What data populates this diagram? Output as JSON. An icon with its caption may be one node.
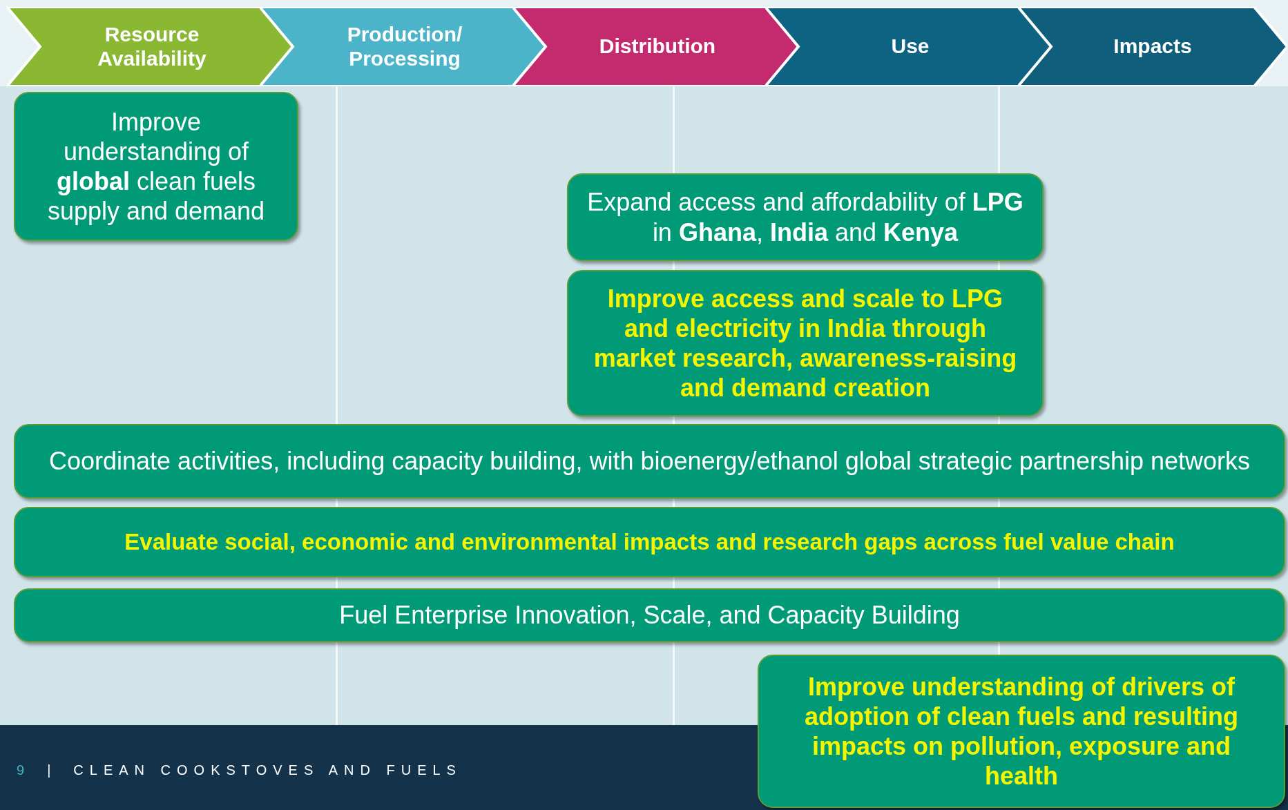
{
  "diagram": {
    "nodes": [
      {
        "text": [
          "Resource Availability"
        ]
      },
      {
        "text": [
          "Production/ Processing"
        ]
      },
      {
        "text": [
          "Distribution"
        ]
      },
      {
        "text": [
          "Use"
        ]
      },
      {
        "text": [
          "Impacts"
        ]
      },
      {
        "text": [
          "Improve understanding of **global** clean fuels supply and demand"
        ]
      },
      {
        "text": [
          "Expand access and affordability of **LPG** in **Ghana**, **India** and **Kenya**"
        ]
      },
      {
        "text": [
          "Improve access and scale to LPG and electricity in India through market research, awareness-raising and demand creation"
        ]
      },
      {
        "text": [
          "Coordinate activities, including capacity building, with bioenergy/ethanol global strategic partnership networks"
        ]
      },
      {
        "text": [
          "Evaluate social, economic and environmental impacts and research gaps across fuel value chain"
        ]
      },
      {
        "text": [
          "Fuel Enterprise Innovation, Scale, and Capacity Building"
        ]
      },
      {
        "text": [
          "Improve understanding of drivers of adoption of clean fuels and resulting impacts on pollution, exposure and health"
        ]
      }
    ],
    "edges": [],
    "labels": [
      "9",
      "|",
      "CLEAN COOKSTOVES AND FUELS"
    ]
  }
}
